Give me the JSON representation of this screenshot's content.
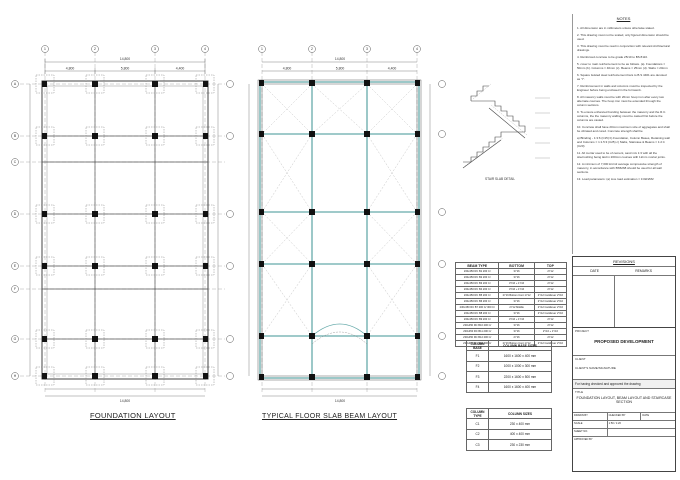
{
  "drawings": {
    "foundation_title": "FOUNDATION LAYOUT",
    "floor_title": "TYPICAL FLOOR SLAB BEAM LAYOUT"
  },
  "notes": {
    "title": "NOTES",
    "items": [
      "1. All dimension are in millimeters unless otherwise stated.",
      "2. This drawing must not be scaled, only figured dimension should be used.",
      "3. This drawing must be read in conjunction with relevant Architectural drawings.",
      "4. Reinforced concrete to be grade 25/10 to BS 8110.",
      "5. cover to main reinforcement to be as follows. (a). Foundations = 50mm (b). Columns = 40mm (c). Beams = 25mm (d). Slabs = 20mm",
      "6. Square twisted steel reinforcement bars to B.S 4461 are denoted as 'Y'.",
      "7. Reinforcement in walls and columns must be inspected by the Engineer before being enclosed in the formwork.",
      "8. All masonry walls must be with 20mm hoop iron after every two alternate courses. The hoop iron must be extended through the column sections.",
      "9. To ensure enhanced bonding between the masonry and the R.C. columns, the the masonry walling must be casted first before the columns are casted.",
      "10. Concrete shall have 20mm maximum size of aggregates and shall be vibrated and cured. Concrete strength shall be",
      "a) Blinding - 1:3:6 (C15) b) Foundation, Column Bases, Retaining wall and Columns = 1:1.5:3 (C25) c) Slabs, Staircase & Beams = 1:2:4 (C20)",
      "11. All mortar used to be of cement, sand mix 1:3 with all the sitecrushing being laid in 200mm courses with 12mm mortar joints.",
      "12. A minimum of 7,000 kn/m2 average compressive strength of masonry, in accordance with BS5268 should be used for all wall sections.",
      "13. Load parameters: (a) Live load estimation = 3.0kN/M2"
    ]
  },
  "stair_caption": "STAIR SLAB DETAIL",
  "beam_table": {
    "headers": [
      "BEAM TYPE",
      "BOTTOM",
      "TOP"
    ],
    "rows": [
      [
        "230x450 RC B1 200 C/",
        "3Y16",
        "2Y12"
      ],
      [
        "230x450 RC B2 200 C/",
        "3Y16",
        "2Y12"
      ],
      [
        "230x450 RC B3 200 C/",
        "3Y16 + 1Y16",
        "2Y12"
      ],
      [
        "230x450 RC B4 200 C/",
        "3Y16 + 1Y16",
        "2Y12"
      ],
      [
        "230x450 RC B5 200 C/",
        "2Y16 Bottom Cont 1Y12",
        "2Y12 Cantilever 2Y16"
      ],
      [
        "230x450 RC B6 200 C/",
        "3Y16",
        "2Y12 Cantilever 2Y16"
      ],
      [
        "230x450 RC B7 200 C/ 300 C/",
        "2Y12 Middle",
        "2Y12 Cantilever 2Y16"
      ],
      [
        "230x450 RC B8 200 C/",
        "3Y16",
        "2Y12 Cantilever 2Y16"
      ],
      [
        "230x450 RC B9 200 C/",
        "3Y16 + 1Y16",
        "2Y12"
      ],
      [
        "230x450 RC B10 200 C/",
        "3Y16",
        "2Y12"
      ],
      [
        "230x450 RC B11 200 C/",
        "3Y16",
        "2Y16 + 1Y16"
      ],
      [
        "230x450 RC B12 200 C/",
        "2Y16",
        "2Y12"
      ],
      [
        "230x450 RC B13 200 C/",
        "2Y16 Bottom Cont 1Y12",
        "2Y12 Cantilever 2Y16"
      ]
    ]
  },
  "column_base": {
    "headers": [
      "COLUMN BASE",
      "COLUMN BASE SIZES"
    ],
    "rows": [
      [
        "F1",
        "1600 x 1600 x 400 mm"
      ],
      [
        "F2",
        "1000 x 1000 x 300 mm"
      ],
      [
        "F3",
        "2200 x 1600 x 500 mm"
      ],
      [
        "F4",
        "1600 x 1600 x 400 mm"
      ]
    ]
  },
  "column_type": {
    "headers": [
      "COLUMN TYPE",
      "COLUMN SIZES"
    ],
    "rows": [
      [
        "C1",
        "230 x 400 mm"
      ],
      [
        "C2",
        "400 x 400 mm"
      ],
      [
        "C3",
        "230 x 230 mm"
      ]
    ]
  },
  "revisions": {
    "title": "REVISIONS",
    "date_label": "DATE",
    "remarks_label": "REMARKS"
  },
  "title_block": {
    "project_label": "PROJECT",
    "project": "PROPOSED DEVELOPMENT",
    "client_label": "CLIENT",
    "client": "CLIENT'S NAME/SIGNATURE",
    "approval": "For having checked and approved the drawing",
    "title_label": "TITLE",
    "drawing_title": "FOUNDATION LAYOUT, BEAM LAYOUT AND STAIRCASE SECTION",
    "drawn_by_label": "DRAWN BY",
    "checked_label": "CHECKED BY",
    "date_label": "DATE",
    "scale_label": "SCALE",
    "scale": "1:50 / 1:20",
    "sheet_label": "SHEET NO.",
    "approved_label": "APPROVED BY"
  },
  "dims": {
    "overall": "14,800",
    "spans": [
      "4,800",
      "5,800",
      "4,400"
    ]
  },
  "grid_labels": {
    "cols": [
      "1",
      "2",
      "3",
      "4"
    ],
    "rows": [
      "A",
      "B",
      "C",
      "D",
      "E",
      "F",
      "G",
      "H"
    ]
  }
}
